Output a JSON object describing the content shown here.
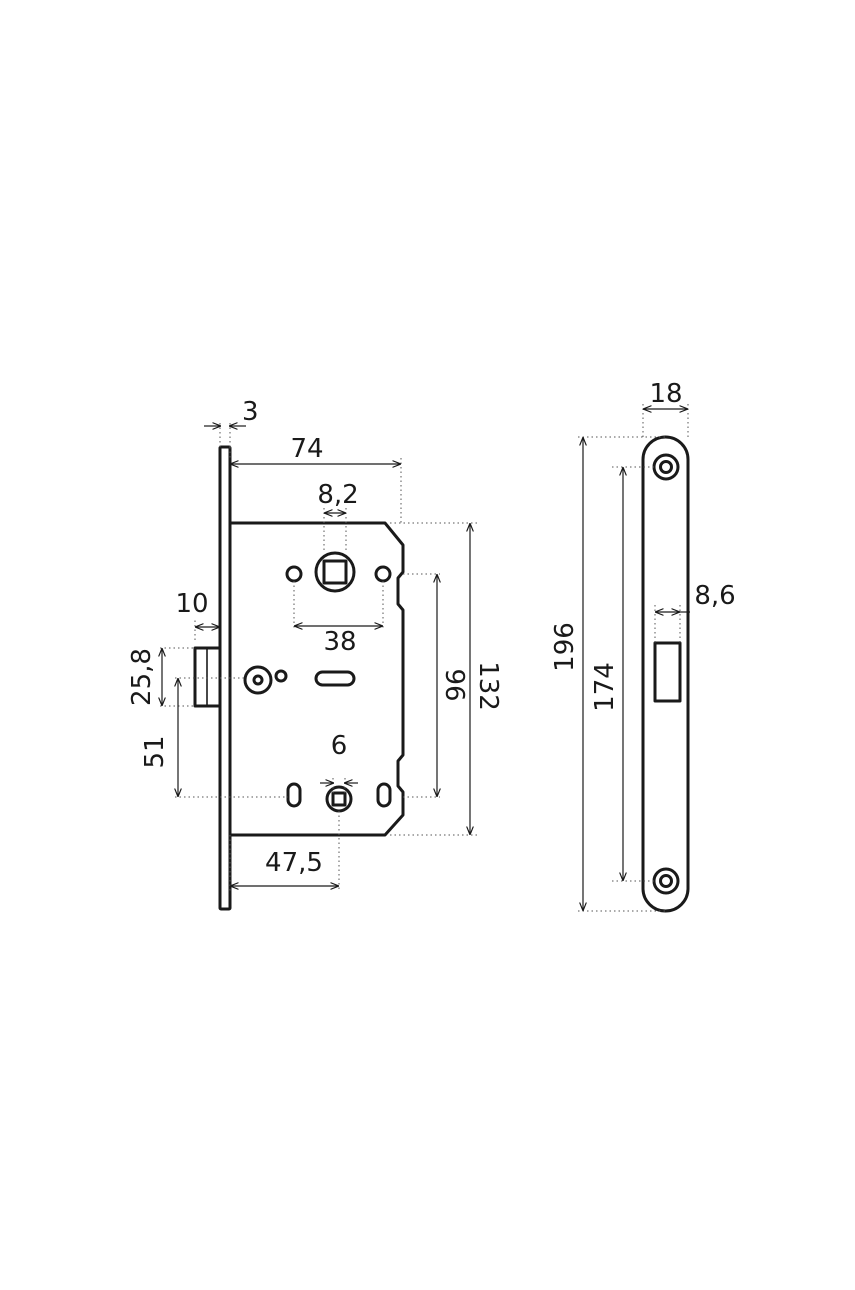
{
  "colors": {
    "line": "#1a1a1a",
    "background": "#ffffff"
  },
  "dimensions": {
    "faceplate_thickness": "3",
    "case_depth": "74",
    "spindle_square": "8,2",
    "screw_spacing": "38",
    "latch_projection": "10",
    "latch_height": "25,8",
    "latch_to_bottom": "51",
    "bottom_square": "6",
    "backset": "47,5",
    "spindle_to_bottom": "96",
    "case_height": "132",
    "strike_width": "18",
    "strike_height": "196",
    "strike_hole_spacing": "174",
    "strike_slot_width": "8,6"
  }
}
